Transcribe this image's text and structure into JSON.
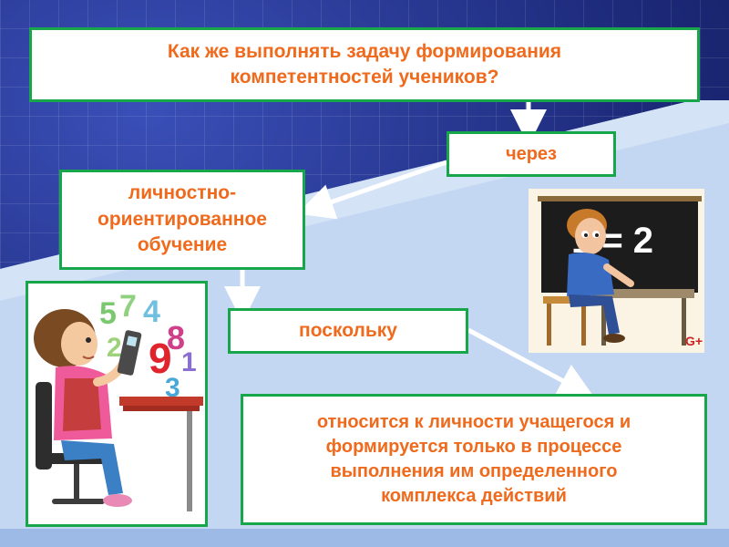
{
  "slide": {
    "title_line1": "Как же выполнять задачу формирования",
    "title_line2": "компетентностей учеников?",
    "cherez": "через",
    "lichno_line1": "личностно-",
    "lichno_line2": "ориентированное",
    "lichno_line3": "обучение",
    "poskolku": "поскольку",
    "result_line1": "относится к личности учащегося и",
    "result_line2": "формируется только в процессе",
    "result_line3": "выполнения им определенного",
    "result_line4": "комплекса действий"
  },
  "images": {
    "girl_numbers": [
      "5",
      "7",
      "4",
      "8",
      "1",
      "9",
      "2",
      "3"
    ],
    "board_text": "1 = 2",
    "logo": "G+"
  },
  "colors": {
    "text": "#ef6a1c",
    "border": "#17a64a",
    "background_dark": "#1d2a7a",
    "panel_light": "#c3d6f2"
  }
}
